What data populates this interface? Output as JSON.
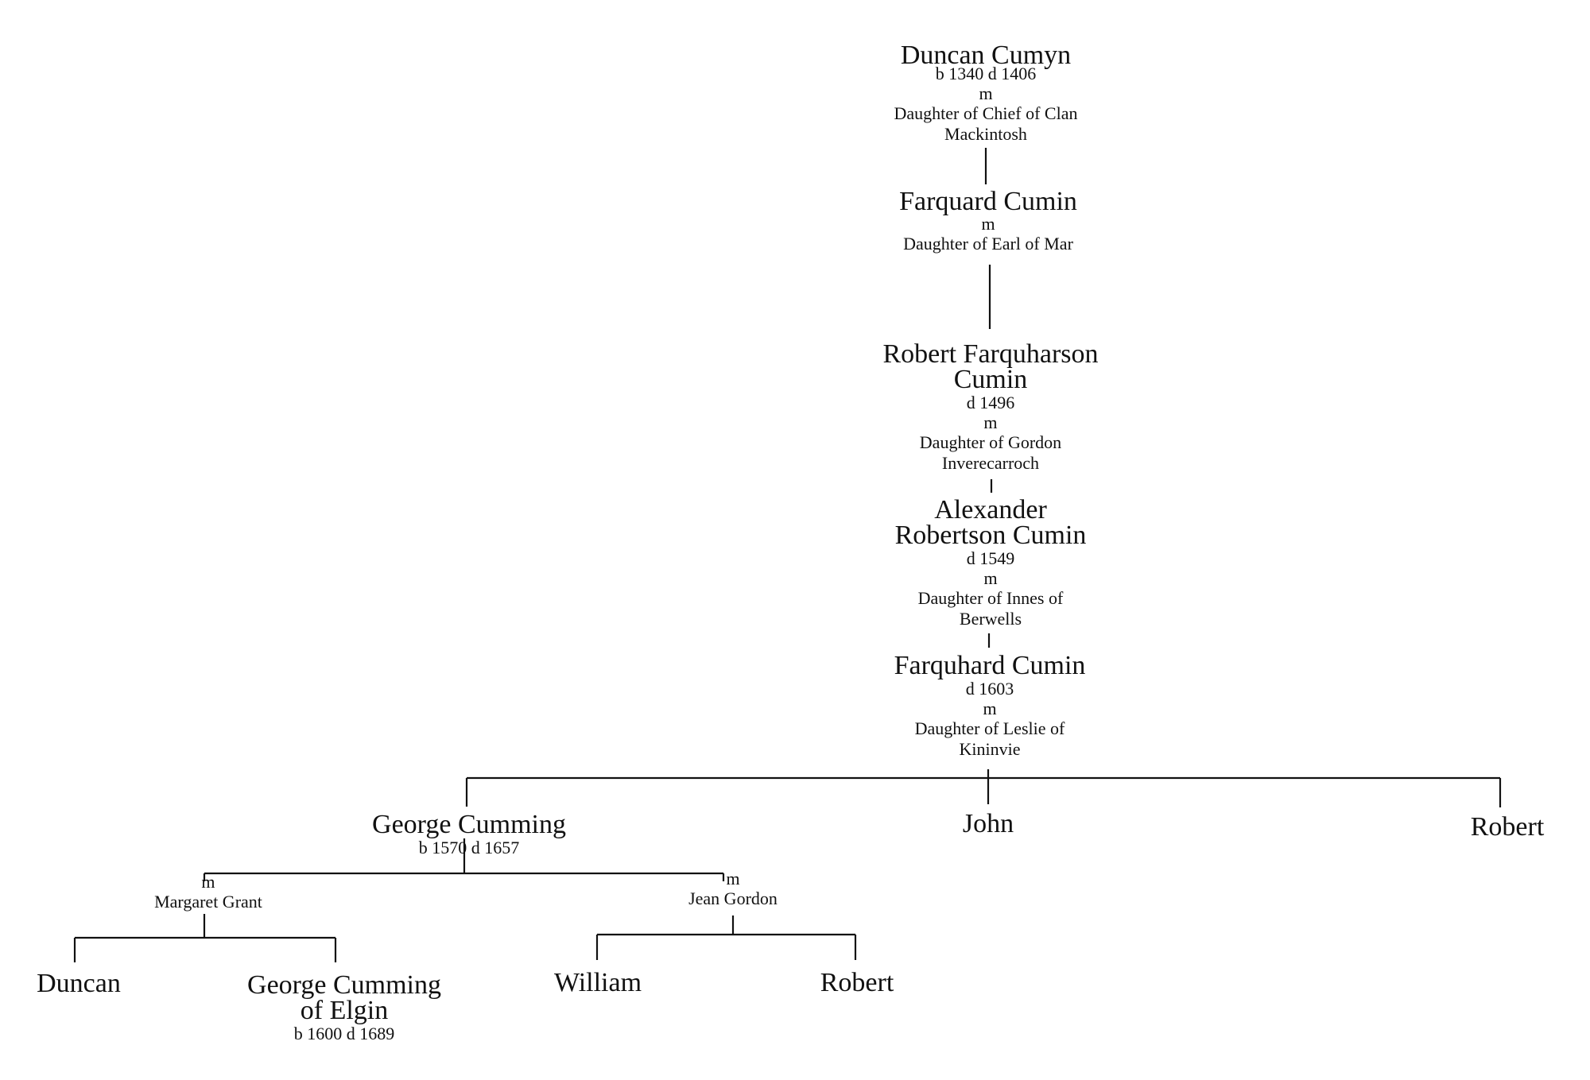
{
  "people": {
    "duncan_cumyn": {
      "name": "Duncan Cumyn",
      "dates": "b 1340 d 1406",
      "m": "m",
      "spouse1": "Daughter of Chief of Clan",
      "spouse2": "Mackintosh"
    },
    "farquard_cumin": {
      "name": "Farquard Cumin",
      "m": "m",
      "spouse1": "Daughter of Earl of Mar"
    },
    "robert_farquharson": {
      "name1": "Robert Farquharson",
      "name2": "Cumin",
      "dates": "d 1496",
      "m": "m",
      "spouse1": "Daughter of Gordon",
      "spouse2": "Inverecarroch"
    },
    "alexander_robertson": {
      "name1": "Alexander",
      "name2": "Robertson Cumin",
      "dates": "d 1549",
      "m": "m",
      "spouse1": "Daughter of Innes of",
      "spouse2": "Berwells"
    },
    "farquhard_cumin": {
      "name": "Farquhard Cumin",
      "dates": "d 1603",
      "m": "m",
      "spouse1": "Daughter of Leslie of",
      "spouse2": "Kininvie"
    },
    "george_cumming": {
      "name": "George Cumming",
      "dates": "b 1570 d 1657"
    },
    "john": {
      "name": "John"
    },
    "robert_1": {
      "name": "Robert"
    },
    "margaret_grant": {
      "m": "m",
      "name": "Margaret Grant"
    },
    "jean_gordon": {
      "m": "m",
      "name": "Jean Gordon"
    },
    "duncan": {
      "name": "Duncan"
    },
    "george_cumming_elgin": {
      "name1": "George Cumming",
      "name2": "of Elgin",
      "dates": "b 1600 d 1689"
    },
    "william": {
      "name": "William"
    },
    "robert_2": {
      "name": "Robert"
    }
  }
}
